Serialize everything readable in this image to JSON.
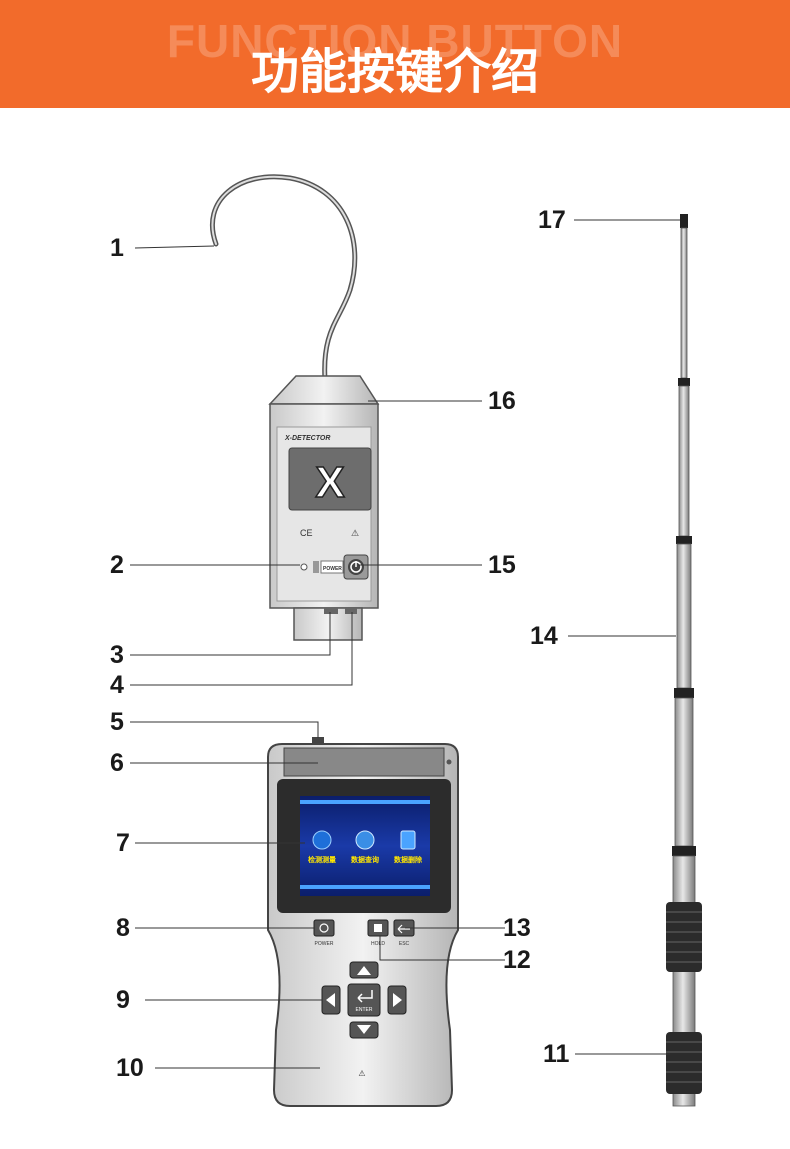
{
  "banner": {
    "bg_text": "FUNCTION BUTTON",
    "title": "功能按键介绍",
    "color": "#f26b2b"
  },
  "detector": {
    "brand": "X-DETECTOR",
    "logo": "X",
    "ce_mark": "CE",
    "power_label": "POWER"
  },
  "handheld": {
    "icons": [
      {
        "name": "measure-icon",
        "label": "检测测量"
      },
      {
        "name": "data-query-icon",
        "label": "数据查询"
      },
      {
        "name": "data-delete-icon",
        "label": "数据删除"
      }
    ],
    "power_label": "POWER",
    "hold_label": "HOLD",
    "esc_label": "ESC",
    "enter_label": "ENTER"
  },
  "callouts": {
    "n1": "1",
    "n2": "2",
    "n3": "3",
    "n4": "4",
    "n5": "5",
    "n6": "6",
    "n7": "7",
    "n8": "8",
    "n9": "9",
    "n10": "10",
    "n11": "11",
    "n12": "12",
    "n13": "13",
    "n14": "14",
    "n15": "15",
    "n16": "16",
    "n17": "17"
  }
}
